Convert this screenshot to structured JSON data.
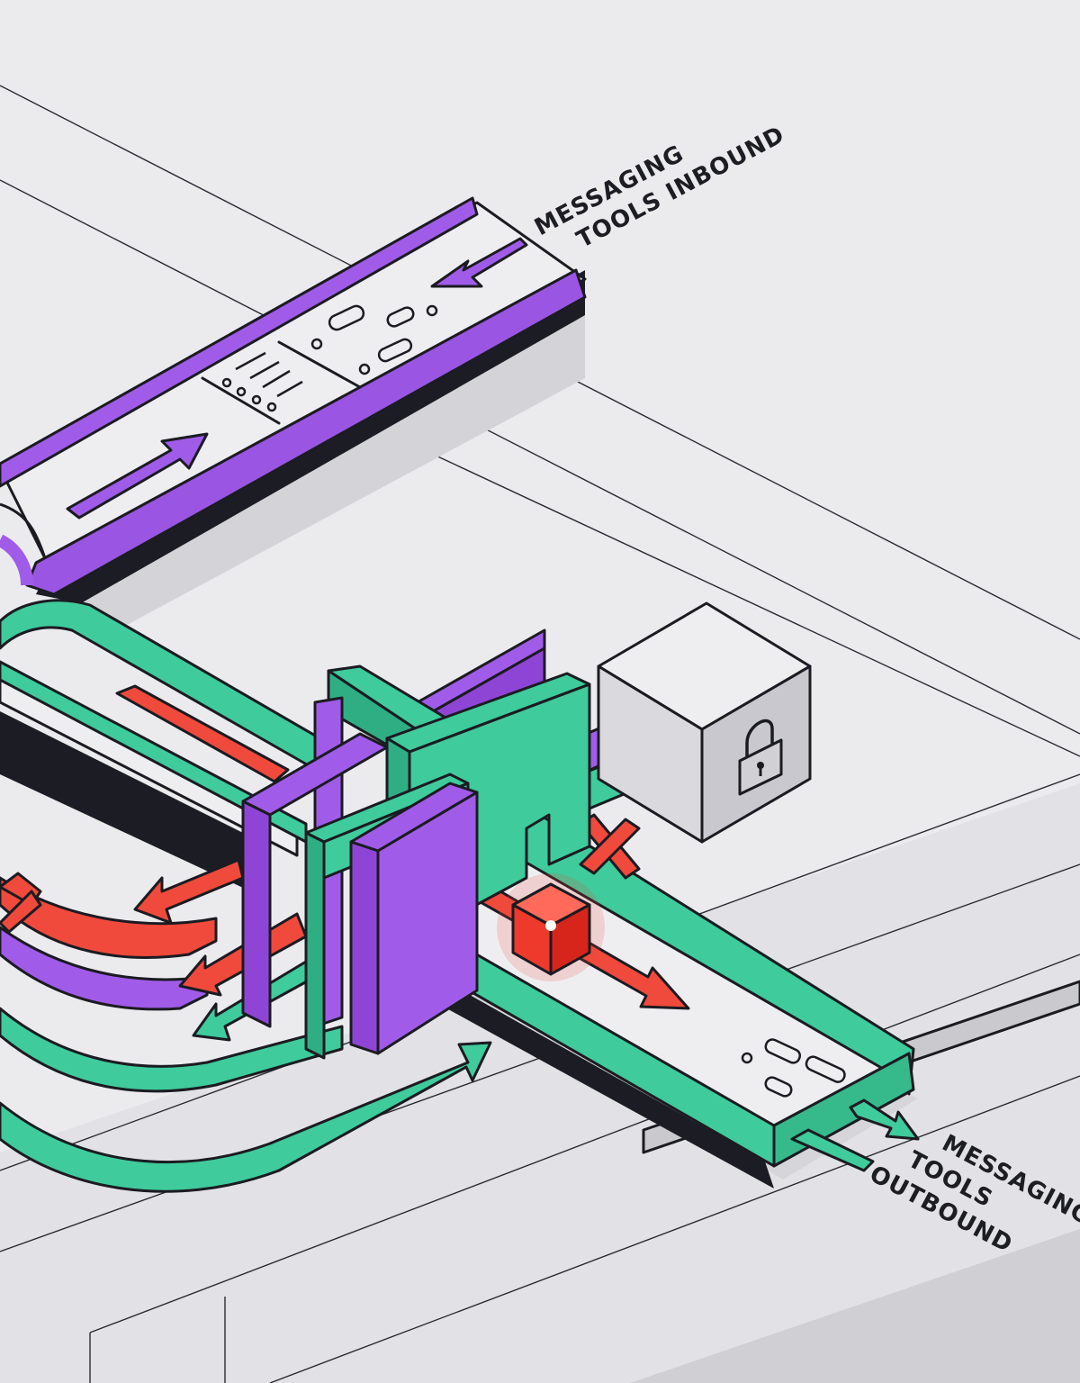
{
  "labels": {
    "inbound_line1": "MESSAGING",
    "inbound_line2": "TOOLS INBOUND",
    "outbound_line1": "MESSAGING",
    "outbound_line2": "TOOLS",
    "outbound_line3": "OUTBOUND"
  },
  "colors": {
    "background": "#ebebee",
    "inbound_channel": "#a05ce8",
    "outbound_channel": "#3fcb9b",
    "blocked_flow": "#ef4a3c",
    "lock_box": "#dcdce0",
    "outline": "#1b1b22"
  },
  "icons": [
    "padlock-icon",
    "blocked-x-icon",
    "glowing-cube-icon",
    "chat-bubbles-icon",
    "list-icon"
  ]
}
